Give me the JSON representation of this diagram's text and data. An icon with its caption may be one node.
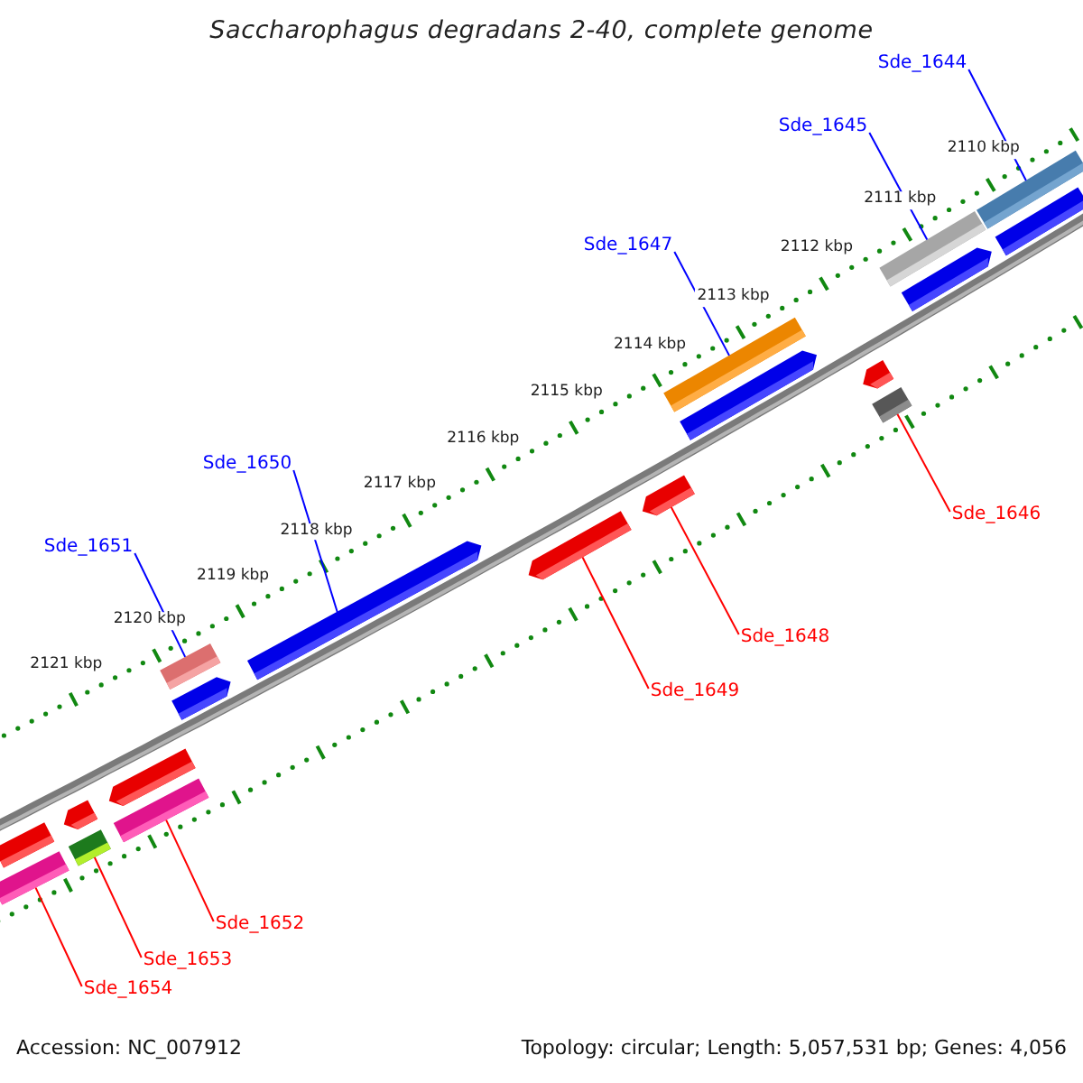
{
  "diagram": {
    "title": "Saccharophagus degradans 2-40, complete genome",
    "nodes": [
      {
        "text": [
          "Sde_1644"
        ]
      },
      {
        "text": [
          "Sde_1645"
        ]
      },
      {
        "text": [
          "Sde_1647"
        ]
      },
      {
        "text": [
          "Sde_1650"
        ]
      },
      {
        "text": [
          "Sde_1651"
        ]
      },
      {
        "text": [
          "Sde_1646"
        ]
      },
      {
        "text": [
          "Sde_1648"
        ]
      },
      {
        "text": [
          "Sde_1649"
        ]
      },
      {
        "text": [
          "Sde_1652"
        ]
      },
      {
        "text": [
          "Sde_1653"
        ]
      },
      {
        "text": [
          "Sde_1654"
        ]
      },
      {
        "text": [],
        "shape": "bar"
      },
      {
        "text": [],
        "shape": "bar"
      },
      {
        "text": [],
        "shape": "bar"
      },
      {
        "text": [],
        "shape": "bar"
      },
      {
        "text": [],
        "shape": "bar"
      },
      {
        "text": [],
        "shape": "bar"
      },
      {
        "text": [],
        "shape": "bar"
      },
      {
        "text": [],
        "shape": "bar"
      },
      {
        "text": [],
        "shape": "bar"
      },
      {
        "text": [],
        "shape": "bar"
      },
      {
        "text": [],
        "shape": "bar"
      },
      {
        "text": [],
        "shape": "bar"
      },
      {
        "text": [],
        "shape": "bar"
      },
      {
        "text": [],
        "shape": "bar"
      },
      {
        "text": [],
        "shape": "bar"
      },
      {
        "text": [],
        "shape": "bar"
      },
      {
        "text": [],
        "shape": "bar"
      },
      {
        "text": [],
        "shape": "bar"
      },
      {
        "text": [],
        "shape": "bar"
      }
    ],
    "edges": [
      {
        "from": 0,
        "to": 11,
        "arrow": "none",
        "color": "#0000ff"
      },
      {
        "from": 1,
        "to": 12,
        "arrow": "none",
        "color": "#0000ff"
      },
      {
        "from": 2,
        "to": 13,
        "arrow": "none",
        "color": "#0000ff"
      },
      {
        "from": 3,
        "to": 18,
        "arrow": "none",
        "color": "#0000ff"
      },
      {
        "from": 4,
        "to": 14,
        "arrow": "none",
        "color": "#0000ff"
      },
      {
        "from": 5,
        "to": 26,
        "arrow": "none"
      },
      {
        "from": 6,
        "to": 21,
        "arrow": "none"
      },
      {
        "from": 7,
        "to": 22,
        "arrow": "none"
      },
      {
        "from": 8,
        "to": 27,
        "arrow": "none"
      },
      {
        "from": 9,
        "to": 28,
        "arrow": "none"
      },
      {
        "from": 10,
        "to": 29,
        "arrow": "none"
      }
    ],
    "labels": [
      "2110 kbp",
      "2111 kbp",
      "2112 kbp",
      "2113 kbp",
      "2114 kbp",
      "2115 kbp",
      "2116 kbp",
      "2117 kbp",
      "2118 kbp",
      "2119 kbp",
      "2120 kbp",
      "2121 kbp",
      "Accession: NC_007912",
      "Topology: circular; Length: 5,057,531 bp; Genes: 4,056"
    ]
  }
}
